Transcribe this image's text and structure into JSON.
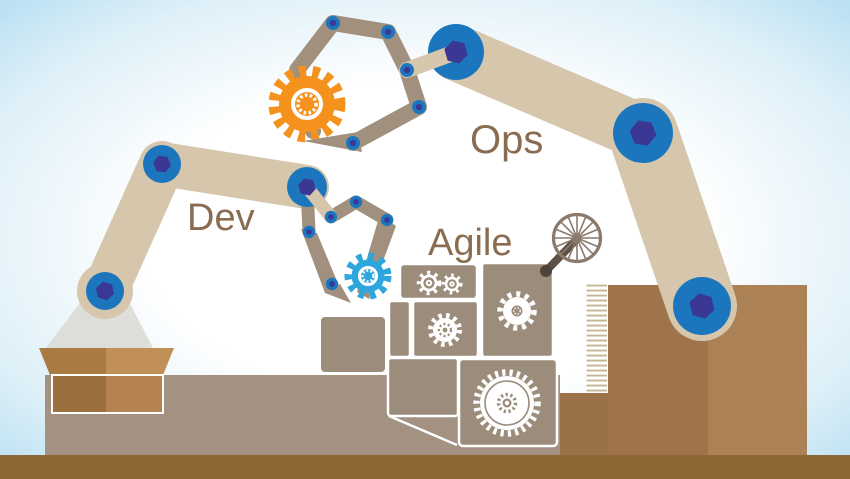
{
  "illustration": {
    "labels": {
      "dev": "Dev",
      "ops": "Ops",
      "agile": "Agile"
    },
    "icons": [
      "orange-gear-icon",
      "blue-gear-icon",
      "machine-cog-icons",
      "flywheel-icon",
      "robot-arm",
      "gripper-claw",
      "cardboard-box"
    ],
    "colors": {
      "sky-edge": "#A6D8EF",
      "sky-mid": "#DDEFF8",
      "sky-center": "#FFFFFF",
      "arm": "#D6C6AB",
      "claw": "#A1907D",
      "joint-blue": "#1B76BE",
      "joint-hex": "#3B3794",
      "gear-orange": "#F5921E",
      "gear-blue": "#2CA6DD",
      "machine-panel": "#9C8C7C",
      "gear-white": "#FFFFFF",
      "platform": "#A39181",
      "floor": "#8F6737",
      "box-dark": "#9C6F3E",
      "box-light": "#B5834F",
      "flap-dark": "#AA7A43",
      "flap-light": "#C18F58",
      "block-dark": "#9F744A",
      "block-light": "#AC8156",
      "block-step": "#9B7148",
      "wheel": "#8A7A6B",
      "crank": "#5E5147",
      "crank-boss": "#4C443C",
      "beam": "#DBDBD7",
      "fin-line": "#C7B696",
      "label-text": "#8A6D50"
    }
  }
}
